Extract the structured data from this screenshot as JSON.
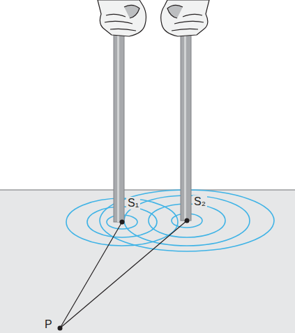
{
  "diagram": {
    "labels": [
      "S₁",
      "S₂",
      "P"
    ]
  }
}
